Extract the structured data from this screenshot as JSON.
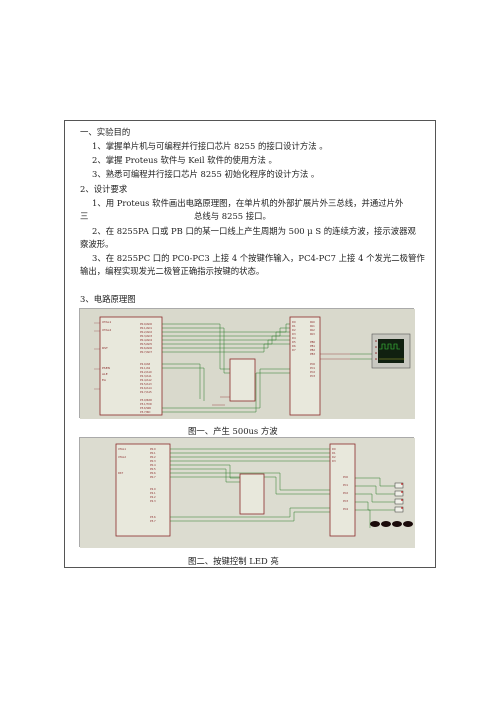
{
  "section1": {
    "heading": "一、实验目的",
    "items": [
      "1、掌握单片机与可编程并行接口芯片 8255 的接口设计方法 。",
      "2、掌握 Proteus 软件与 Keil 软件的使用方法 。",
      "3、熟悉可编程并行接口芯片 8255 初始化程序的设计方法 。"
    ]
  },
  "section2": {
    "heading": "2、设计要求",
    "req1_line1": "1、用 Proteus 软件画出电路原理图，在单片机的外部扩展片外三总线，并通过片外",
    "req1_line2a": "三",
    "req1_line2b": "总线与 8255 接口。",
    "req2_line1": "2、在 8255PA 口或 PB 口的某一口线上产生周期为 500 μ S 的连续方波，接示波器观",
    "req2_line2": "察波形。",
    "req3_line1": "3、在 8255PC 口的 PC0-PC3 上接 4 个按键作输入，PC4-PC7 上接 4 个发光二极管作",
    "req3_line2": "输出，编程实现发光二极管正确指示按键的状态。"
  },
  "section3": {
    "heading": "3、电路原理图",
    "figure1_caption": "图一、产生 500us 方波",
    "figure2_caption": "图二、按键控制 LED 亮"
  }
}
